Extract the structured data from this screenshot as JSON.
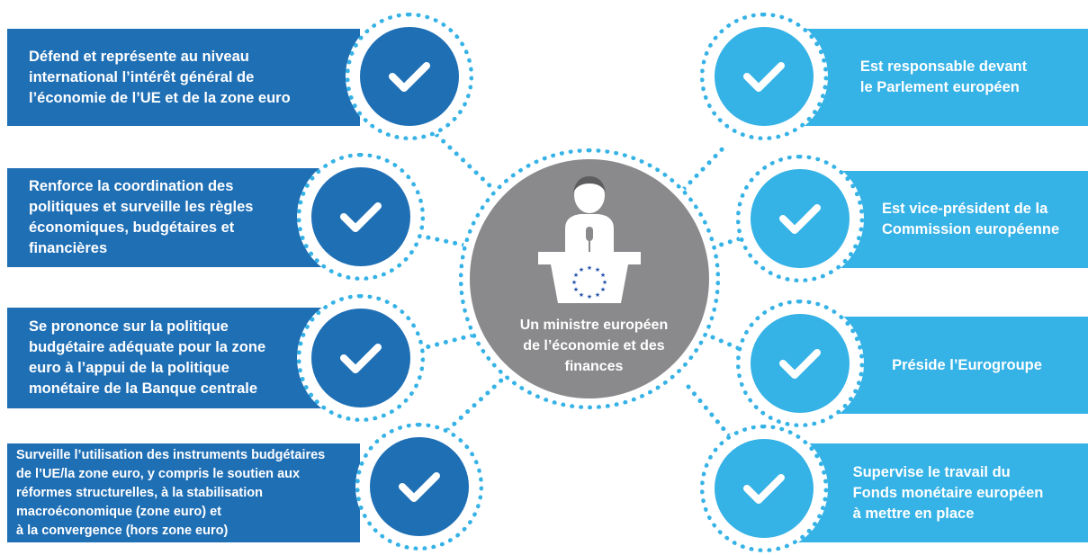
{
  "center": {
    "label": "Un ministre européen\nde l’économie  et des\nfinances"
  },
  "left_items": [
    {
      "text": "Défend et représente au niveau\ninternational l’intérêt général de\nl’économie de l’UE et de la zone euro"
    },
    {
      "text": "Renforce la coordination des\npolitiques et surveille les règles\néconomiques, budgétaires et\nfinancières"
    },
    {
      "text": "Se prononce sur la politique\nbudgétaire adéquate pour la zone\neuro à l’appui de la politique\nmonétaire de la Banque centrale"
    },
    {
      "text": "Surveille l’utilisation des instruments budgétaires\nde l’UE/la zone euro, y compris le soutien aux\nréformes structurelles, à la stabilisation\nmacroéconomique (zone euro) et\nà la convergence (hors zone euro)"
    }
  ],
  "right_items": [
    {
      "text": "Est responsable devant\nle Parlement européen"
    },
    {
      "text": "Est vice-président de la\nCommission européenne"
    },
    {
      "text": "Préside l’Eurogroupe"
    },
    {
      "text": "Supervise le travail du\nFonds monétaire européen\nà mettre en place"
    }
  ],
  "colors": {
    "left_box": "#1f6fb5",
    "right_box": "#35b2e6",
    "center": "#8a8a8c",
    "dots": "#35b2e6"
  },
  "icons": {
    "item": "check-icon",
    "center": "speaker-at-podium-icon",
    "podium": "eu-stars-icon"
  }
}
